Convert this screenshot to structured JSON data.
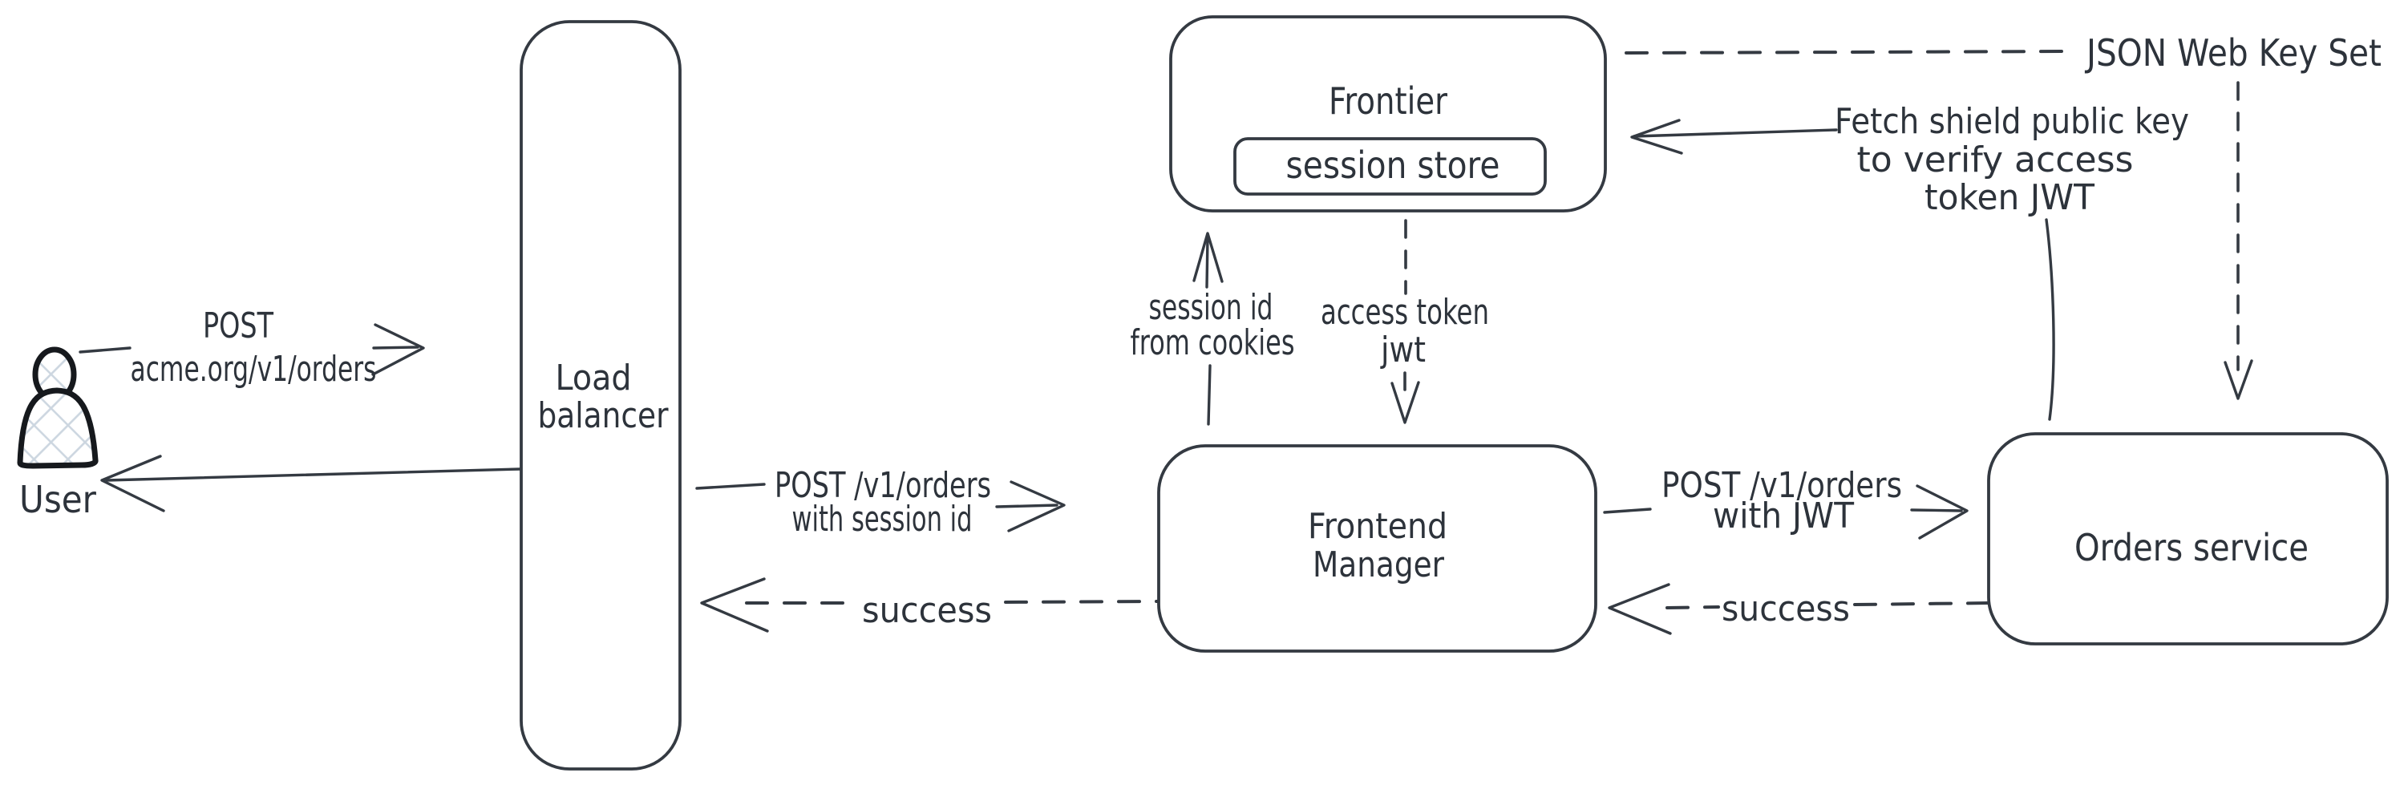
{
  "canvas": {
    "colors": {
      "bg": "#ffffff",
      "stroke": "#343a42",
      "ink": "#2d333b",
      "hatch": "#ccd6e0",
      "figure": "#16191d"
    }
  },
  "nodes": {
    "user": {
      "label": "User"
    },
    "load_balancer": {
      "lines": [
        "Load",
        "balancer"
      ]
    },
    "frontier": {
      "label": "Frontier",
      "session_store": {
        "label": "session store"
      }
    },
    "frontend_manager": {
      "lines": [
        "Frontend",
        "Manager"
      ]
    },
    "orders_service": {
      "label": "Orders service"
    }
  },
  "edges": {
    "user_to_lb": {
      "lines": [
        "POST",
        "acme.org/v1/orders"
      ]
    },
    "lb_to_fm": {
      "lines": [
        "POST /v1/orders",
        "with session id"
      ]
    },
    "fm_to_lb": {
      "label": "success"
    },
    "fm_to_frontier": {
      "lines": [
        "session id",
        "from cookies"
      ]
    },
    "frontier_to_fm": {
      "lines": [
        "access token",
        "jwt"
      ]
    },
    "fm_to_orders": {
      "lines": [
        "POST /v1/orders",
        "with JWT"
      ]
    },
    "orders_to_fm": {
      "label": "success"
    },
    "orders_to_frontier": {
      "lines": [
        "Fetch shield public key",
        "to verify access",
        "token JWT"
      ]
    },
    "jwks": {
      "label": "JSON Web Key Set"
    }
  }
}
